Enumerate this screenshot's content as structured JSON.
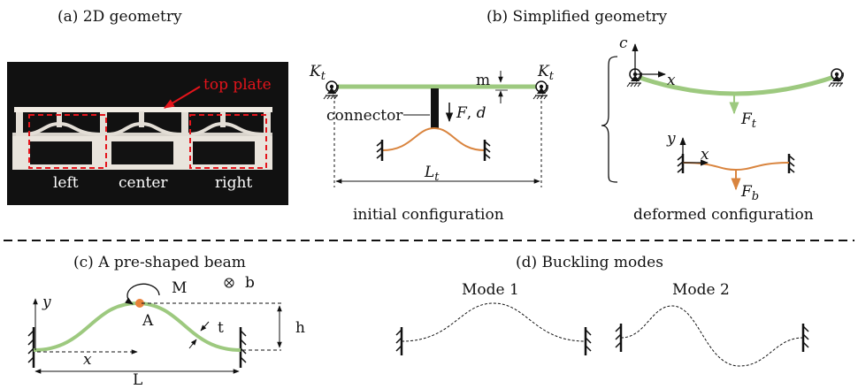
{
  "panels": {
    "a": {
      "caption": "(a) 2D geometry",
      "top_plate": "top plate",
      "left": "left",
      "center": "center",
      "right": "right"
    },
    "b": {
      "caption": "(b) Simplified geometry",
      "K": "K",
      "K_sub": "t",
      "m": "m",
      "connector": "connector",
      "F": "F",
      "d": "d",
      "L": "L",
      "L_sub": "t",
      "initial": "initial configuration",
      "deformed": "deformed configuration",
      "c": "c",
      "x": "x",
      "y": "y",
      "Ft": "F",
      "Ft_sub": "t",
      "Fb": "F",
      "Fb_sub": "b"
    },
    "c": {
      "caption": "(c) A pre-shaped beam",
      "M": "M",
      "b": "b",
      "A": "A",
      "h": "h",
      "t": "t",
      "x": "x",
      "y": "y",
      "L": "L"
    },
    "d": {
      "caption": "(d) Buckling modes",
      "mode1": "Mode 1",
      "mode2": "Mode 2"
    }
  },
  "colors": {
    "beam_green": "#9dc97f",
    "beam_orange": "#d9843e",
    "label_red": "#e4141b",
    "dot_orange": "#e8823a",
    "photo_bg": "#111111"
  }
}
